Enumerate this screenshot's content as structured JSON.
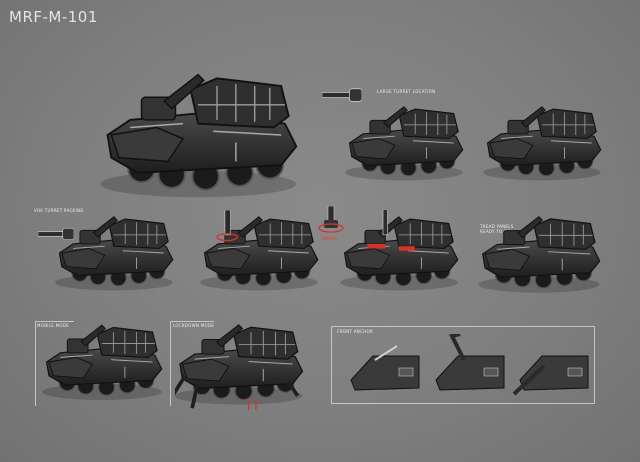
{
  "sheet_title": "MRF-M-101",
  "labels": {
    "large_turret": "LARGE TURRET LOCATION",
    "turret_packing": "VOX TURRET PACKING",
    "swivel": "SWIVEL",
    "treads": "TREAD PANELS READY TO GO",
    "mobile": "MOBILE MODE",
    "lockdown": "LOCKDOWN MODE",
    "front_anchor": "FRONT ANCHOR"
  },
  "colors": {
    "background": "#7e7e7e",
    "vehicle_dark": "#2b2b2b",
    "highlight": "#cfcfcf",
    "accent_red": "#d2342a"
  }
}
